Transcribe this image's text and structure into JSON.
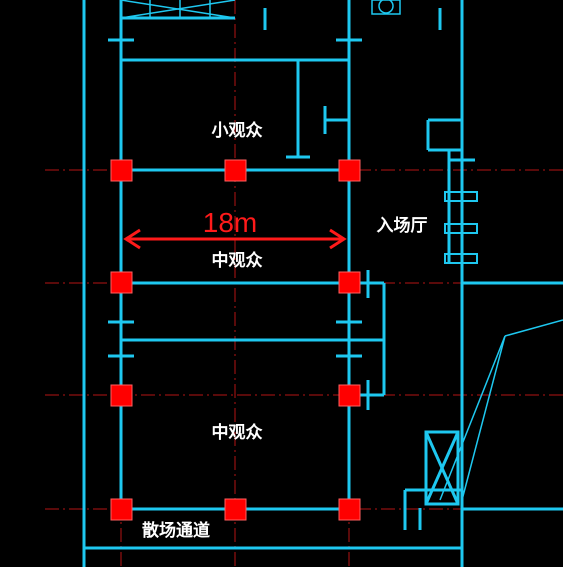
{
  "colors": {
    "background": "#000000",
    "wall": "#1ec8f0",
    "grid": "#b31414",
    "column": "#ff0000",
    "dimension": "#ff1a1a",
    "label": "#ffffff"
  },
  "labels": {
    "small_audience": "小观众",
    "middle_audience_1": "中观众",
    "middle_audience_2": "中观众",
    "entrance_hall": "入场厅",
    "exit_passage": "散场通道"
  },
  "dimension": {
    "span_label": "18m"
  }
}
